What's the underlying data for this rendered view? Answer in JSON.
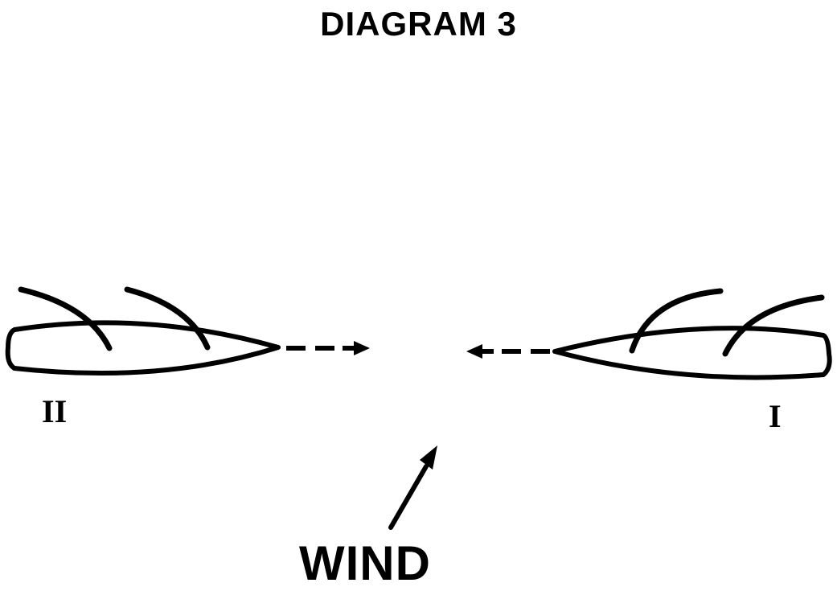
{
  "title": "DIAGRAM 3",
  "boats": [
    {
      "label": "II",
      "side": "left",
      "heading": "right"
    },
    {
      "label": "I",
      "side": "right",
      "heading": "left"
    }
  ],
  "wind": {
    "label": "WIND"
  },
  "colors": {
    "ink": "#000000",
    "background": "#ffffff"
  }
}
